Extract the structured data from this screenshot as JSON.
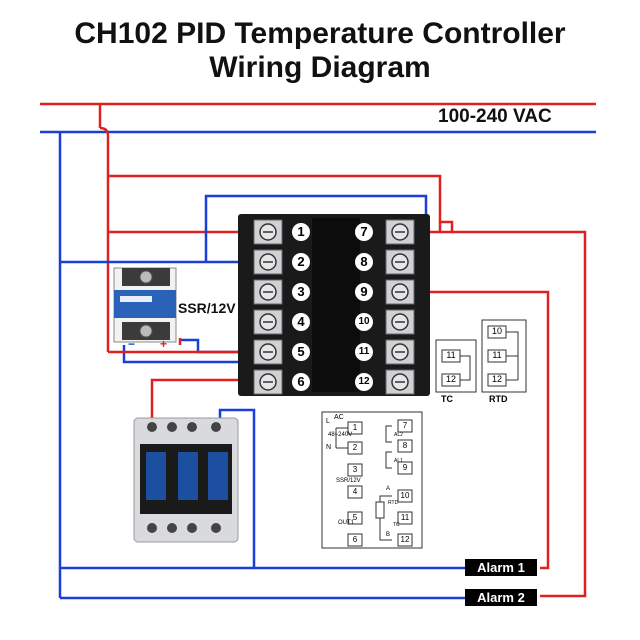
{
  "title": {
    "line1": "CH102 PID Temperature Controller",
    "line2": "Wiring Diagram"
  },
  "supply_label": "100-240 VAC",
  "ssr_label": "SSR/12V",
  "terminals_left": [
    "1",
    "2",
    "3",
    "4",
    "5",
    "6"
  ],
  "terminals_right": [
    "7",
    "8",
    "9",
    "10",
    "11",
    "12"
  ],
  "ssr_polarity": {
    "minus": "−",
    "plus": "+"
  },
  "sensor_tc": {
    "caption": "TC",
    "terminals": [
      "11",
      "12"
    ]
  },
  "sensor_rtd": {
    "caption": "RTD",
    "terminals": [
      "10",
      "11",
      "12"
    ]
  },
  "schematic": {
    "ac_label": "AC",
    "voltage_label": "48~240V",
    "l_label": "L",
    "n_label": "N",
    "ssr_label": "SSR/12V",
    "out1_label": "OUT1",
    "al2_label": "AL2",
    "al1_label": "AL1",
    "rtd_label": "RTD",
    "tc_label": "TC",
    "a_label": "A",
    "b_label": "B",
    "terminals": [
      "1",
      "2",
      "3",
      "4",
      "5",
      "6",
      "7",
      "8",
      "9",
      "10",
      "11",
      "12"
    ]
  },
  "alarms": [
    "Alarm 1",
    "Alarm 2"
  ],
  "colors": {
    "red_wire": "#e02020",
    "blue_wire": "#1a3fd6",
    "terminal_bg": "#1a1a1a",
    "contactor_blue": "#1d4fa0"
  }
}
